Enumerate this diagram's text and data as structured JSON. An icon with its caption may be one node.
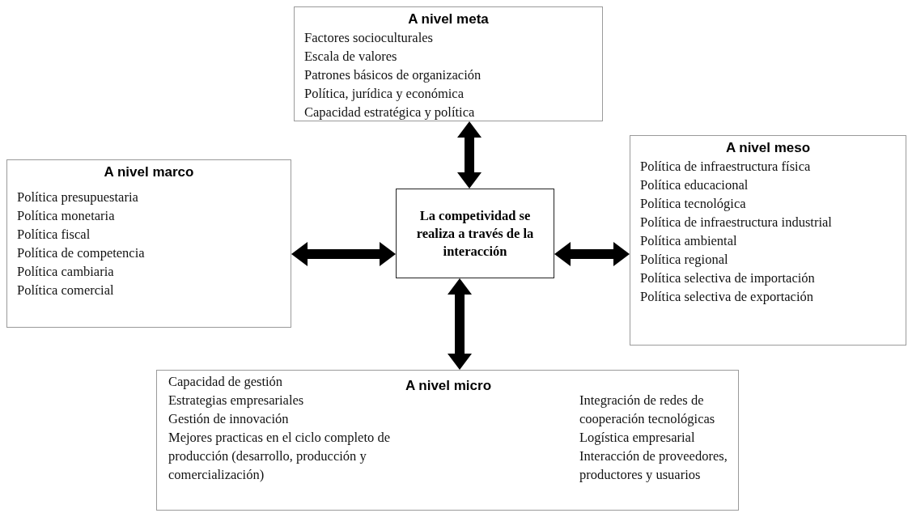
{
  "diagram": {
    "nodes": [
      {
        "text": [
          "A nivel meta",
          "Factores socioculturales",
          "Escala de valores",
          "Patrones básicos de organización",
          "Política, jurídica y económica",
          "Capacidad estratégica y política"
        ]
      },
      {
        "text": [
          "A nivel marco",
          "Política presupuestaria",
          "Política monetaria",
          "Política fiscal",
          "Política de competencia",
          "Política cambiaria",
          "Política comercial"
        ]
      },
      {
        "text": [
          "La competividad se realiza a través de la interacción"
        ]
      },
      {
        "text": [
          "A nivel meso",
          "Política de infraestructura física",
          "Política educacional",
          "Política tecnológica",
          "Política de infraestructura industrial",
          "Política ambiental",
          "Política regional",
          "Política selectiva de importación",
          "Política selectiva de exportación"
        ]
      },
      {
        "text": [
          "A nivel micro",
          "Capacidad de gestión",
          "Estrategias empresariales",
          "Gestión de innovación",
          "Mejores practicas en el ciclo completo de producción (desarrollo, producción y comercialización)",
          "Integración de redes de cooperación tecnológicas",
          "Logística empresarial",
          "Interacción de proveedores, productores y usuarios"
        ]
      }
    ],
    "edges": [
      {
        "from": 2,
        "to": 0,
        "arrow": "both"
      },
      {
        "from": 2,
        "to": 1,
        "arrow": "both"
      },
      {
        "from": 2,
        "to": 3,
        "arrow": "both"
      },
      {
        "from": 2,
        "to": 4,
        "arrow": "both"
      }
    ]
  }
}
